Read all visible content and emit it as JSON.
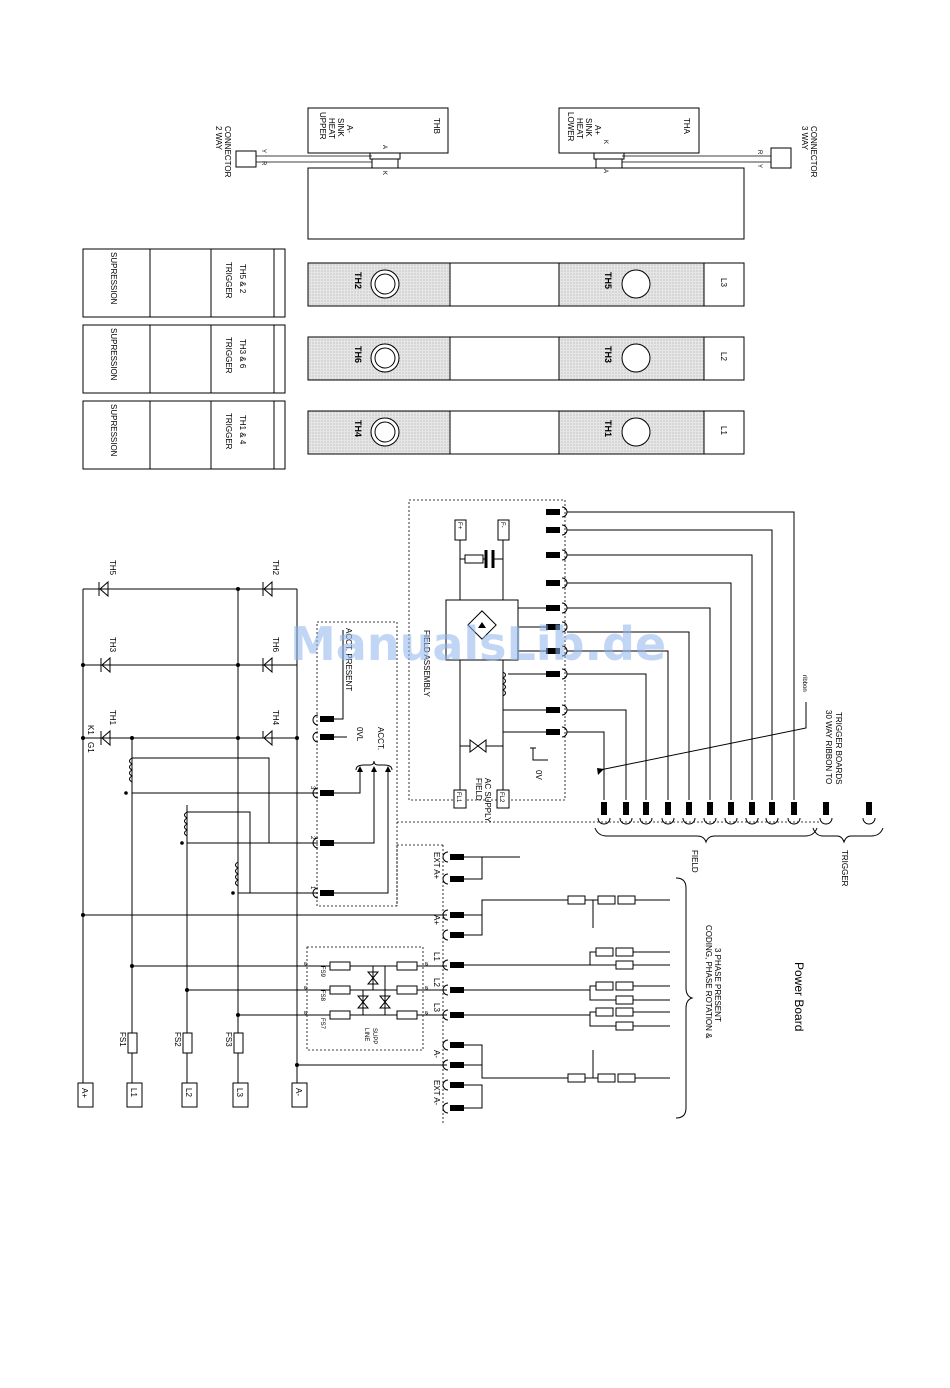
{
  "watermark": "ManualsLib.de",
  "title": "Power Board",
  "connectors": {
    "two_way": "2 WAY CONNECTOR",
    "three_way": "3 WAY CONNECTOR",
    "y": "Y",
    "r": "R",
    "a": "A",
    "k": "K"
  },
  "heat_sinks": {
    "upper": {
      "lines": [
        "UPPER",
        "HEAT",
        "SINK",
        "A-"
      ],
      "code": "THB"
    },
    "lower": {
      "lines": [
        "LOWER",
        "HEAT",
        "SINK",
        "A+"
      ],
      "code": "THA"
    }
  },
  "modules": [
    {
      "suppression": "SUPRESSION",
      "trigger": "TRIGGER",
      "trigger_sub": "TH5 & 2",
      "left": "TH2",
      "right": "TH5",
      "phase": "L3"
    },
    {
      "suppression": "SUPRESSION",
      "trigger": "TRIGGER",
      "trigger_sub": "TH3 & 6",
      "left": "TH6",
      "right": "TH3",
      "phase": "L2"
    },
    {
      "suppression": "SUPRESSION",
      "trigger": "TRIGGER",
      "trigger_sub": "TH1 & 4",
      "left": "TH4",
      "right": "TH1",
      "phase": "L1"
    }
  ],
  "thyristors": [
    "TH5",
    "TH2",
    "TH3",
    "TH6",
    "TH1",
    "TH4"
  ],
  "gate_labels": {
    "g1": "G1",
    "k1": "K1"
  },
  "acct": {
    "present": "ACCT. PRESENT",
    "ovl": "0VL",
    "acct": "ACCT.",
    "pins": [
      "3",
      "2",
      "1"
    ]
  },
  "field": {
    "assembly": "FIELD ASSEMBLY",
    "f_plus": "F+",
    "f_minus": "F-",
    "fl1": "FL1",
    "fl2": "FL2",
    "supply_1": "FIELD",
    "supply_2": "AC SUPPLY",
    "zero_v": "0V"
  },
  "ribbon": {
    "label": "ribbon",
    "thirty_1": "30 WAY RIBBON TO",
    "thirty_2": "TRIGGER BOARDS",
    "field": "FIELD",
    "trigger": "TRIGGER"
  },
  "fuses": [
    "FS1",
    "FS2",
    "FS3"
  ],
  "line_fuses": [
    "FS9",
    "FS8",
    "FS7"
  ],
  "line_supp": [
    "LINE",
    "SUPP"
  ],
  "terminals": [
    "A+",
    "L1",
    "L2",
    "L3",
    "A-"
  ],
  "bus_labels": [
    "EXT A+",
    "A+",
    "L1",
    "L2",
    "L3",
    "A-",
    "EXT A-"
  ],
  "coding": [
    "CODING, PHASE ROTATION &",
    "3 PHASE PRESENT"
  ]
}
